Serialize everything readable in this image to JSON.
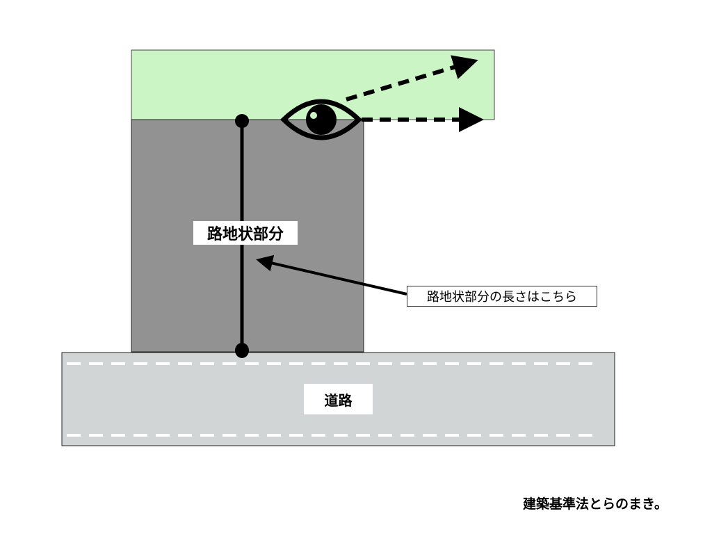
{
  "labels": {
    "alley": "路地状部分",
    "road": "道路",
    "callout": "路地状部分の長さはこちら"
  },
  "footer": "建築基準法とらのまき。",
  "colors": {
    "site_green": "#ccf5c5",
    "alley_gray": "#929292",
    "road_gray": "#d1d5d6"
  }
}
